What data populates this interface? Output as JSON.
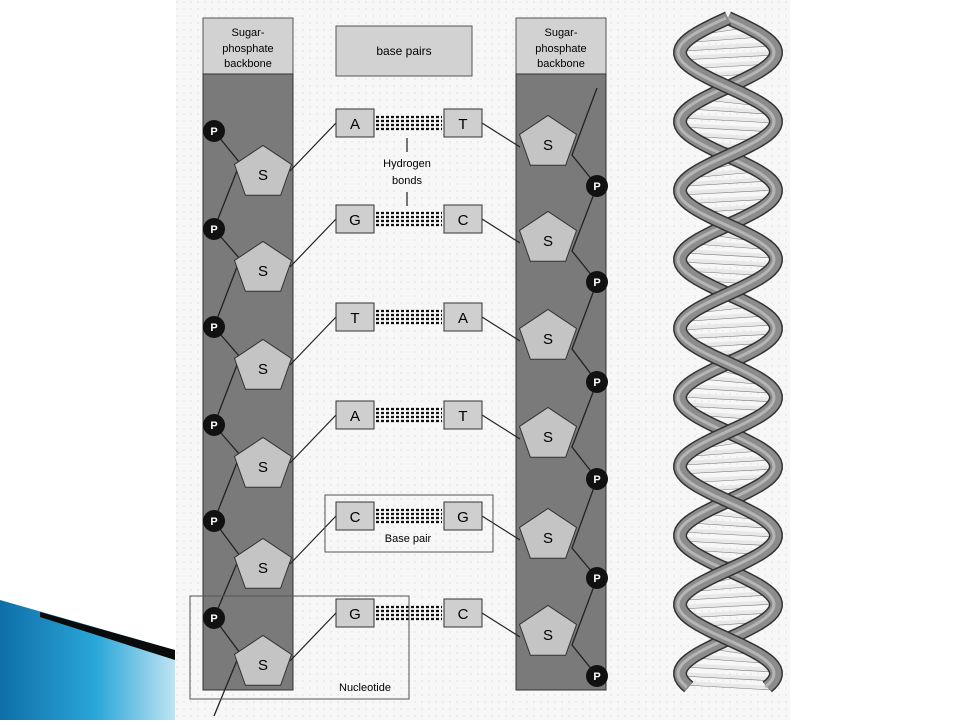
{
  "diagram": {
    "backbone_left_label": [
      "Sugar-",
      "phosphate",
      "backbone"
    ],
    "backbone_right_label": [
      "Sugar-",
      "phosphate",
      "backbone"
    ],
    "base_pairs_label": "base pairs",
    "hydrogen_bonds_label": [
      "Hydrogen",
      "bonds"
    ],
    "base_pair_label": "Base pair",
    "nucleotide_label": "Nucleotide",
    "sugar_symbol": "S",
    "phosphate_symbol": "P",
    "pairs": [
      {
        "left": "A",
        "right": "T"
      },
      {
        "left": "G",
        "right": "C"
      },
      {
        "left": "T",
        "right": "A"
      },
      {
        "left": "A",
        "right": "T"
      },
      {
        "left": "C",
        "right": "G"
      },
      {
        "left": "G",
        "right": "C"
      }
    ]
  },
  "colors": {
    "backbone_fill": "#7a7a7a",
    "box_fill": "#cfcfcf",
    "sugar_fill": "#c4c4c4",
    "phosphate_fill": "#111111",
    "helix_strand": "#8c8c8c",
    "helix_rung": "#e8e8e8",
    "accent_wedge": "#1a8fc4"
  }
}
